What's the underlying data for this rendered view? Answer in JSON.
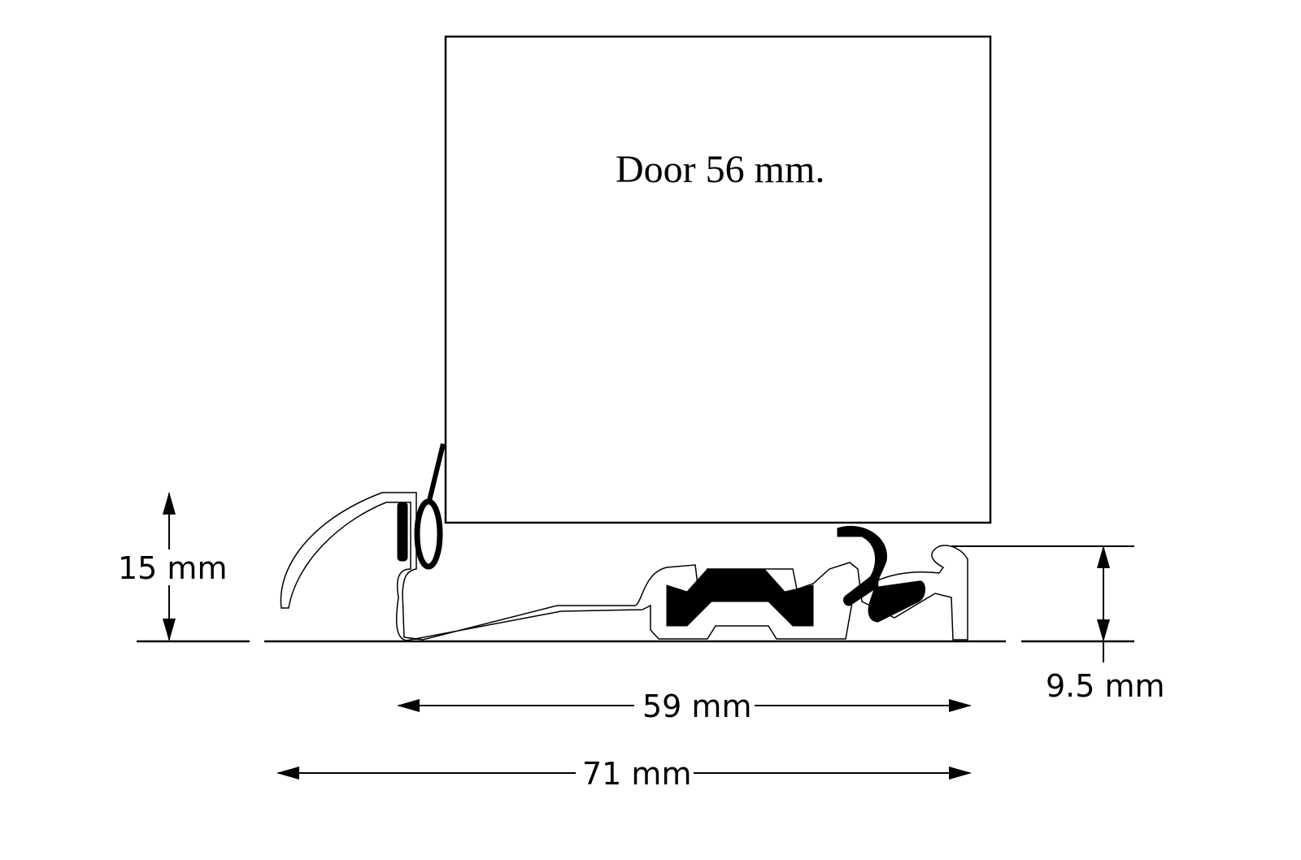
{
  "door": {
    "label": "Door 56 mm."
  },
  "dimensions": {
    "height_total": "15 mm",
    "height_step": "9.5 mm",
    "width_inner": "59 mm",
    "width_total": "71 mm"
  },
  "colors": {
    "line": "#000000",
    "background": "#ffffff"
  }
}
